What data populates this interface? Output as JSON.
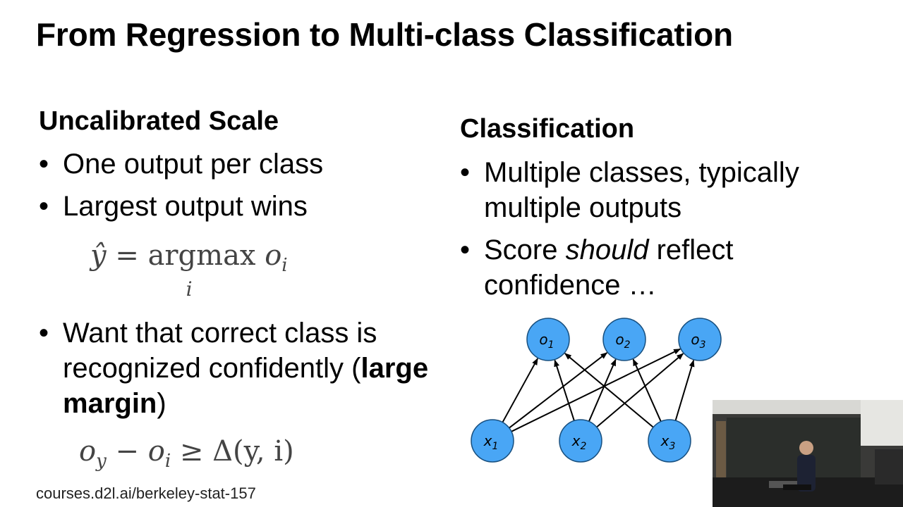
{
  "slide": {
    "title": "From Regression to Multi-class Classification",
    "left": {
      "heading": "Uncalibrated Scale",
      "bullets": [
        "One output per class",
        "Largest output wins"
      ],
      "formula1": {
        "lhs": "ŷ",
        "op": "=",
        "fn": "argmax",
        "sub": "i",
        "var": "o",
        "var_sub": "i"
      },
      "bullet3": {
        "pre": "Want that correct class is recognized confidently (",
        "bold": "large margin",
        "post": ")"
      },
      "formula2": {
        "a": "o",
        "a_sub": "y",
        "minus": "−",
        "b": "o",
        "b_sub": "i",
        "geq": "≥",
        "rhs": "Δ(y, i)"
      }
    },
    "right": {
      "heading": "Classification",
      "bullet1": "Multiple classes, typically multiple outputs",
      "bullet2": {
        "pre": "Score ",
        "em": "should",
        "post": " reflect confidence …"
      }
    },
    "footer": "courses.d2l.ai/berkeley-stat-157"
  },
  "diagram": {
    "outputs": [
      {
        "base": "o",
        "sub": "1"
      },
      {
        "base": "o",
        "sub": "2"
      },
      {
        "base": "o",
        "sub": "3"
      }
    ],
    "inputs": [
      {
        "base": "x",
        "sub": "1"
      },
      {
        "base": "x",
        "sub": "2"
      },
      {
        "base": "x",
        "sub": "3"
      }
    ],
    "node_color": "#49a6f5",
    "node_stroke": "#174f7f"
  },
  "colors": {
    "background": "#ffffff",
    "text": "#000000",
    "math": "#444444"
  }
}
